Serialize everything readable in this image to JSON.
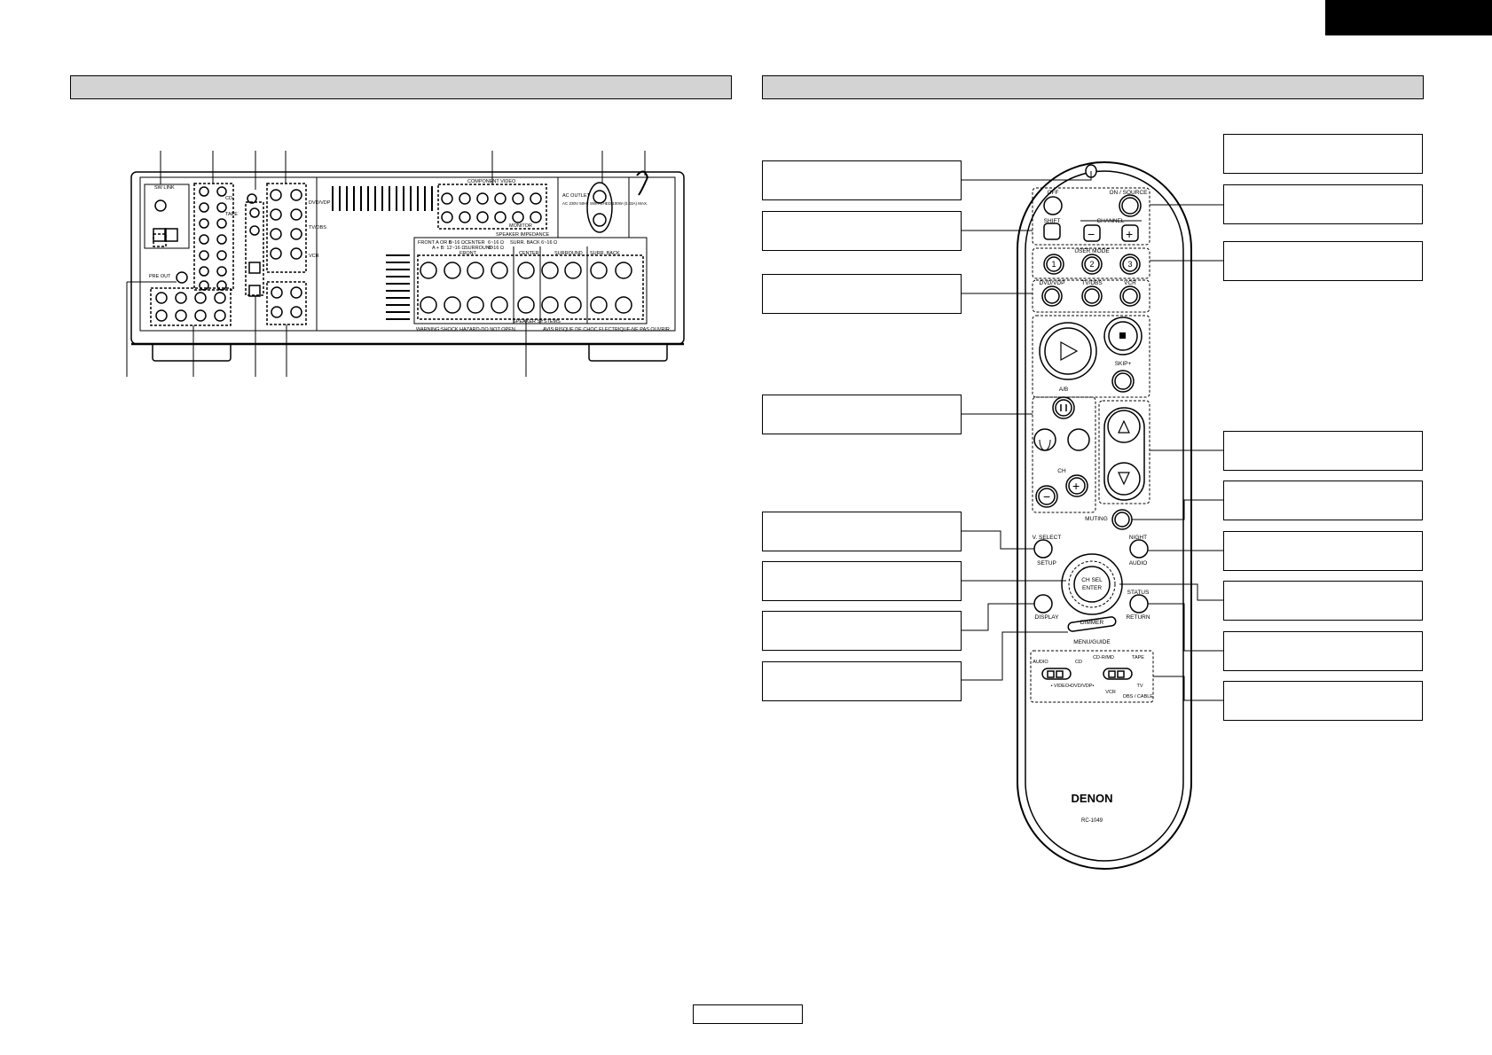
{
  "rear_panel": {
    "labels": {
      "subwoofer": "SW LINK",
      "pre_out": "PRE OUT",
      "component_video": "COMPONENT VIDEO",
      "speaker_impedance": "SPEAKER IMPEDANCE",
      "front_ab": "FRONT A OR B",
      "front_impedance_a": "6~16 Ω",
      "front_impedance_b": "A + B: 12~16 Ω",
      "center": "CENTER",
      "center_impedance": "6~16 Ω",
      "surround_impedance_label": "SURROUND",
      "surround_impedance": "6~16 Ω",
      "surr_back_impedance": "SURR. BACK 6~16 Ω",
      "spk_front": "FRONT",
      "spk_center": "CENTER",
      "spk_surround": "SURROUND",
      "spk_surr_back": "SURR. BACK",
      "speaker_systems": "SPEAKER SYSTEMS",
      "ac_outlet": "AC OUTLET",
      "ac_outlet_spec": "AC 230V 50Hz SWITCHED 100W (0.43A) MAX.",
      "monitor": "MONITOR",
      "warning_en": "WARNING:SHOCK HAZARD-DO NOT OPEN.",
      "warning_fr": "AVIS:RISQUE DE CHOC ELECTRIQUE-NE PAS OUVRIR.",
      "in_out_labels": [
        "CD",
        "TAPE",
        "DVD/VDP",
        "VCR",
        "TV/DBS"
      ]
    }
  },
  "remote": {
    "brand": "DENON",
    "model": "RC-1049",
    "buttons": {
      "off": "OFF",
      "on_source": "ON / SOURCE",
      "shift": "SHIFT",
      "channel": "CHANNEL",
      "user_mode": "USER MODE",
      "um1": "1",
      "um2": "2",
      "um3": "3",
      "dvd_vdp": "DVD/VDP",
      "tv_dbs": "TV/DBS",
      "vcr": "VCR",
      "skip": "SKIP+",
      "ab": "A/B",
      "ch": "CH",
      "muting": "MUTING",
      "v_select": "V. SELECT",
      "setup": "SETUP",
      "night": "NIGHT",
      "audio": "AUDIO",
      "ch_sel": "CH SEL",
      "enter": "ENTER",
      "status": "STATUS",
      "return": "RETURN",
      "display": "DISPLAY",
      "dimmer": "DIMMER",
      "menu_guide": "MENU/GUIDE",
      "sw_audio": "AUDIO",
      "sw_cd": "CD",
      "sw_cdr_md": "CD-R/MD",
      "sw_tape": "TAPE",
      "sw_video_dvd": "• VIDEO•DVD/VDP•",
      "sw_vcr": "VCR",
      "sw_tv": "TV",
      "sw_dbs_cable": "DBS / CABLE"
    }
  },
  "colors": {
    "section_bar": "#d3d3d3",
    "ink": "#000000",
    "panel_fill": "#ffffff"
  }
}
